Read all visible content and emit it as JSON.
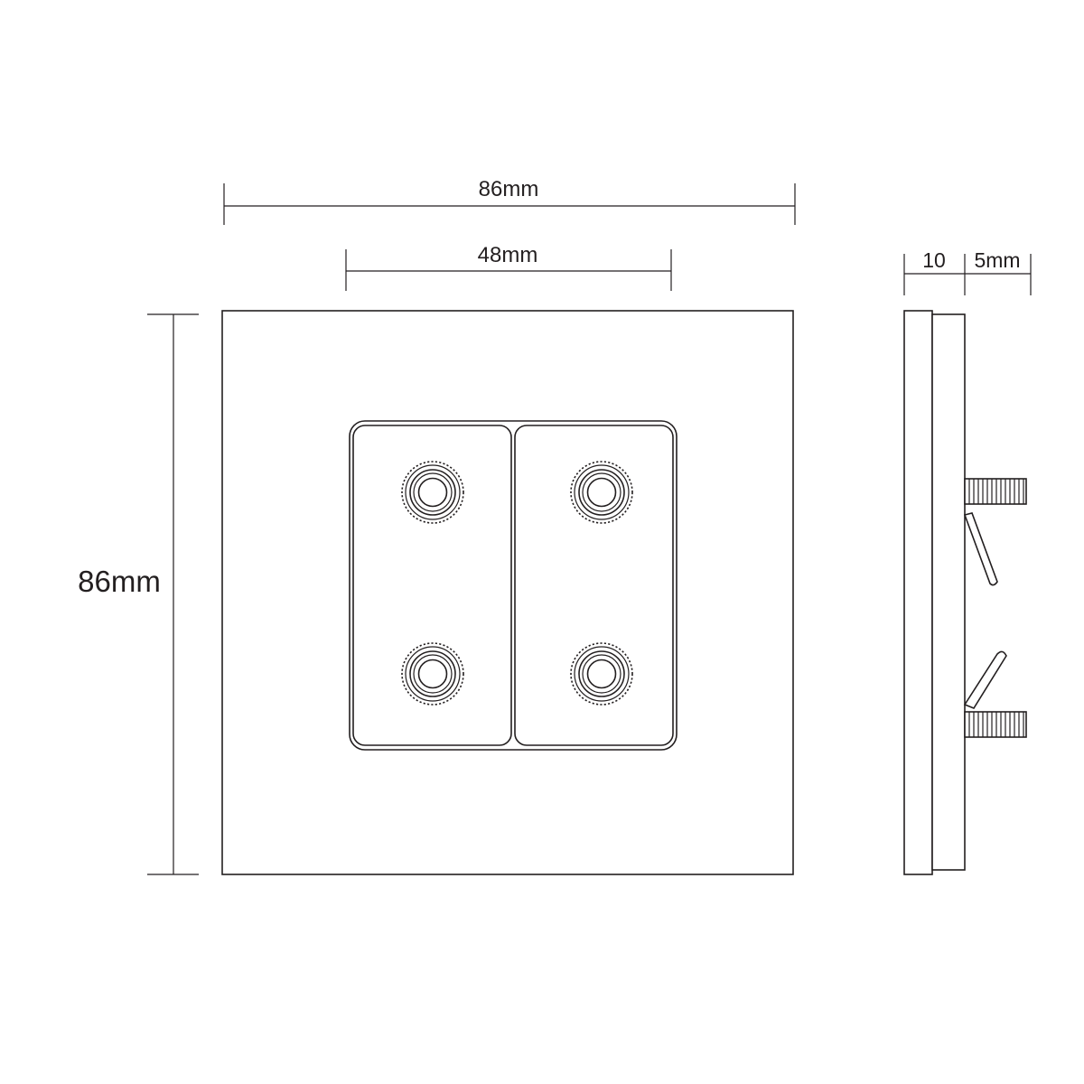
{
  "dimensions": {
    "overall_width": "86mm",
    "switch_width": "48mm",
    "overall_height": "86mm",
    "depth_plate": "10",
    "depth_screw": "5mm"
  },
  "colors": {
    "line": "#231f20",
    "background": "#ffffff"
  }
}
